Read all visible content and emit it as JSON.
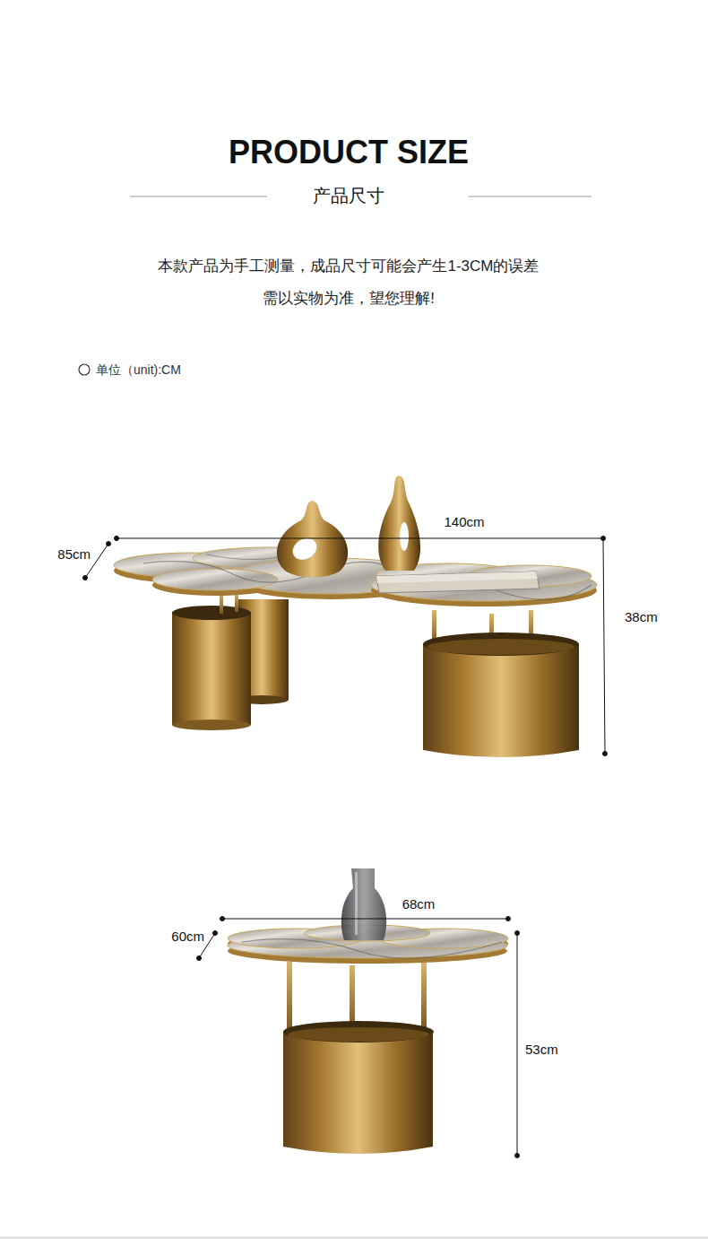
{
  "diagram": {
    "title": "PRODUCT SIZE",
    "labels": [
      "产品尺寸",
      "本款产品为手工测量，成品尺寸可能会产生1-3CM的误差",
      "需以实物为准，望您理解!",
      "单位（unit):CM",
      "140cm",
      "85cm",
      "38cm",
      "68cm",
      "60cm",
      "53cm"
    ]
  }
}
